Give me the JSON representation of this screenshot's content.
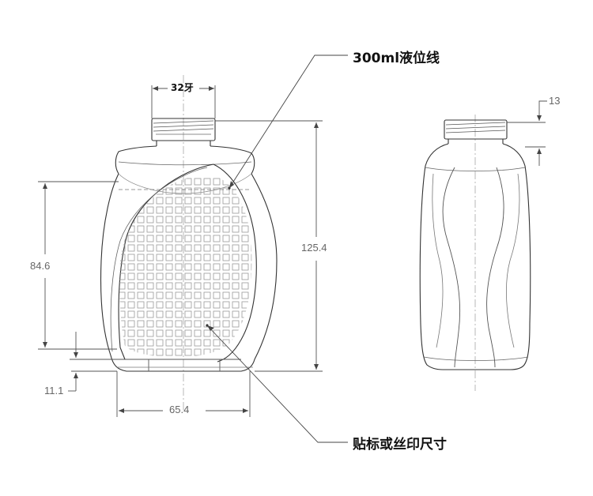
{
  "callouts": {
    "liquid_level": "300ml液位线",
    "label_area": "贴标或丝印尺寸"
  },
  "dimensions": {
    "thread": "32牙",
    "total_height": "125.4",
    "label_height": "84.6",
    "bottom_offset": "11.1",
    "width": "65.4",
    "side_neck": "13"
  },
  "colors": {
    "line": "#333333",
    "dim_line": "#555555",
    "grid": "#9a9a9a"
  }
}
